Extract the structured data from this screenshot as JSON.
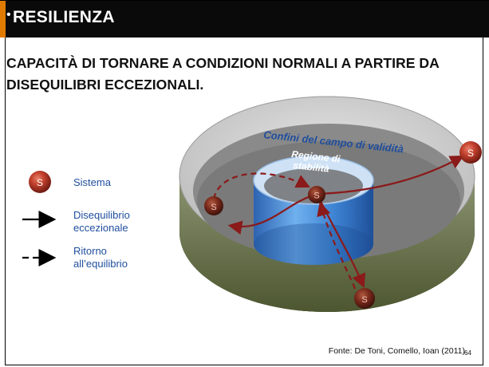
{
  "slide": {
    "title": "RESILIENZA",
    "heading": "CAPACITÀ DI TORNARE A CONDIZIONI NORMALI A PARTIRE DA DISEQUILIBRI ECCEZIONALI.",
    "source": "Fonte: De Toni, Comello,  Ioan (2011)",
    "page_number": "64"
  },
  "legend": {
    "system_symbol": "S",
    "system_label": "Sistema",
    "disequilibrium_label": "Disequilibrio eccezionale",
    "return_label": "Ritorno all’equilibrio"
  },
  "diagram": {
    "outer_label": "Confini del campo di validità",
    "inner_label": "Regione di stabilità",
    "node_label": "S"
  },
  "colors": {
    "title_bar": "#0a0a0a",
    "accent": "#e07b00",
    "legend_text": "#1f4e9e",
    "arrow": "#8b1a1a",
    "cylinder": "#3f88d8"
  }
}
